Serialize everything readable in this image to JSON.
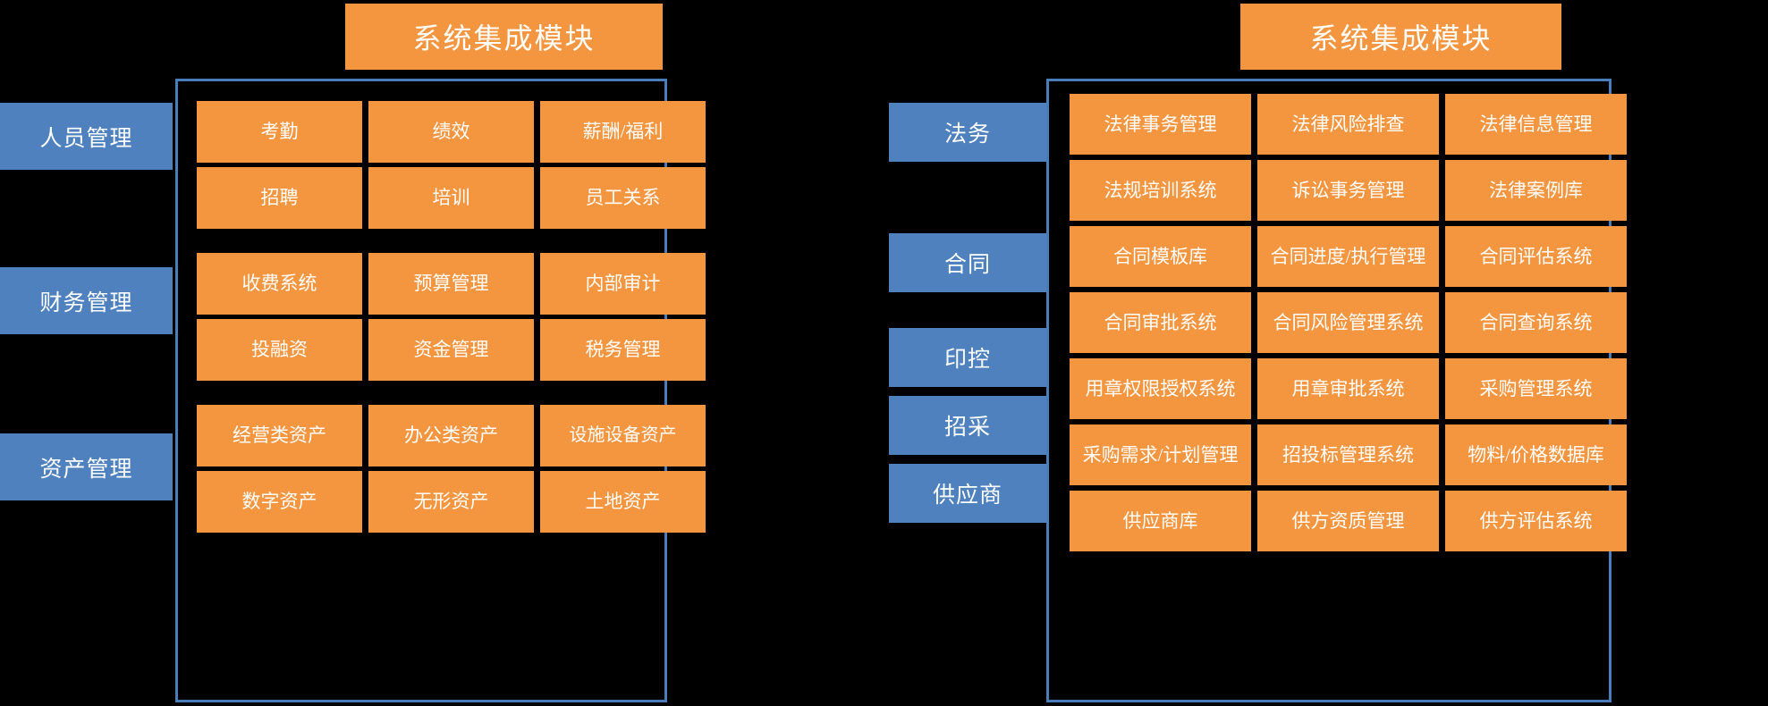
{
  "colors": {
    "background": "#000000",
    "tile_orange": "#F4953F",
    "category_blue": "#4E81BD",
    "frame_blue": "#4A7EBB",
    "text_white": "#FFFFFF"
  },
  "panels": [
    {
      "id": "left",
      "title": "系统集成模块",
      "categories": [
        {
          "label": "人员管理"
        },
        {
          "label": "财务管理"
        },
        {
          "label": "资产管理"
        }
      ],
      "groups": [
        {
          "category": "人员管理",
          "rows": [
            [
              "考勤",
              "绩效",
              "薪酬/福利"
            ],
            [
              "招聘",
              "培训",
              "员工关系"
            ]
          ]
        },
        {
          "category": "财务管理",
          "rows": [
            [
              "收费系统",
              "预算管理",
              "内部审计"
            ],
            [
              "投融资",
              "资金管理",
              "税务管理"
            ]
          ]
        },
        {
          "category": "资产管理",
          "rows": [
            [
              "经营类资产",
              "办公类资产",
              "设施设备资产"
            ],
            [
              "数字资产",
              "无形资产",
              "土地资产"
            ]
          ]
        }
      ]
    },
    {
      "id": "right",
      "title": "系统集成模块",
      "categories": [
        {
          "label": "法务"
        },
        {
          "label": "合同"
        },
        {
          "label": "印控"
        },
        {
          "label": "招采"
        },
        {
          "label": "供应商"
        }
      ],
      "rows": [
        [
          "法律事务管理",
          "法律风险排查",
          "法律信息管理"
        ],
        [
          "法规培训系统",
          "诉讼事务管理",
          "法律案例库"
        ],
        [
          "合同模板库",
          "合同进度/执行管理",
          "合同评估系统"
        ],
        [
          "合同审批系统",
          "合同风险管理系统",
          "合同查询系统"
        ],
        [
          "用章权限授权系统",
          "用章审批系统",
          "采购管理系统"
        ],
        [
          "采购需求/计划管理",
          "招投标管理系统",
          "物料/价格数据库"
        ],
        [
          "供应商库",
          "供方资质管理",
          "供方评估系统"
        ]
      ]
    }
  ]
}
